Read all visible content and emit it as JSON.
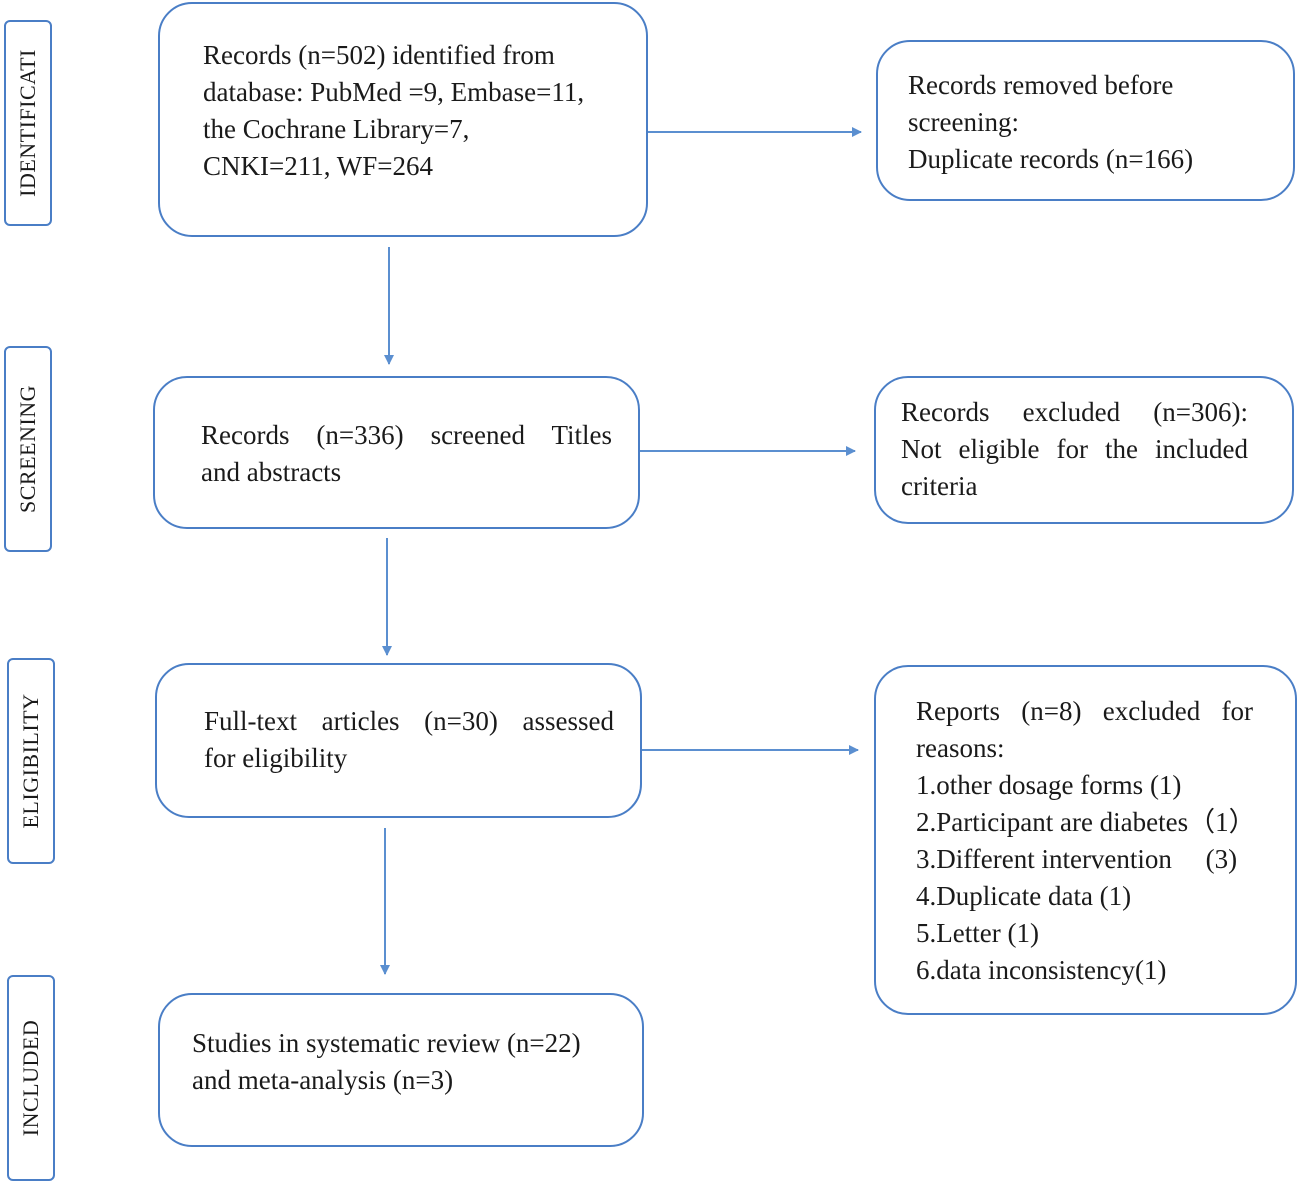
{
  "stages": {
    "identification": "IDENTIFICATI",
    "screening": "SCREENING",
    "eligibility": "ELIGIBILITY",
    "included": "INCLUDED"
  },
  "identification_box": {
    "lines": [
      "Records (n=502) identified from",
      "database: PubMed =9, Embase=11,",
      "the Cochrane Library=7,",
      "CNKI=211, WF=264"
    ]
  },
  "removed_box": {
    "lines": [
      "Records removed before",
      "screening:",
      "Duplicate records (n=166)"
    ]
  },
  "screening_box": {
    "lines": [
      "Records (n=336) screened Titles",
      "and abstracts"
    ]
  },
  "excluded_box": {
    "lines": [
      "Records excluded (n=306):",
      "Not eligible for the included",
      "criteria"
    ]
  },
  "eligibility_box": {
    "lines": [
      "Full-text articles (n=30) assessed",
      "for eligibility"
    ]
  },
  "reports_box": {
    "lines": [
      "Reports (n=8) excluded for",
      "reasons:",
      "1.other dosage forms (1)",
      "2.Participant are diabetes（1）",
      "3.Different intervention　 (3)",
      "4.Duplicate data (1)",
      "5.Letter (1)",
      "6.data inconsistency(1)"
    ]
  },
  "included_box": {
    "lines": [
      "Studies in systematic review (n=22)",
      "and meta-analysis (n=3)"
    ]
  },
  "colors": {
    "border": "#4a7ec6",
    "arrow": "#5b8fd0",
    "text": "#1a1a1a"
  }
}
